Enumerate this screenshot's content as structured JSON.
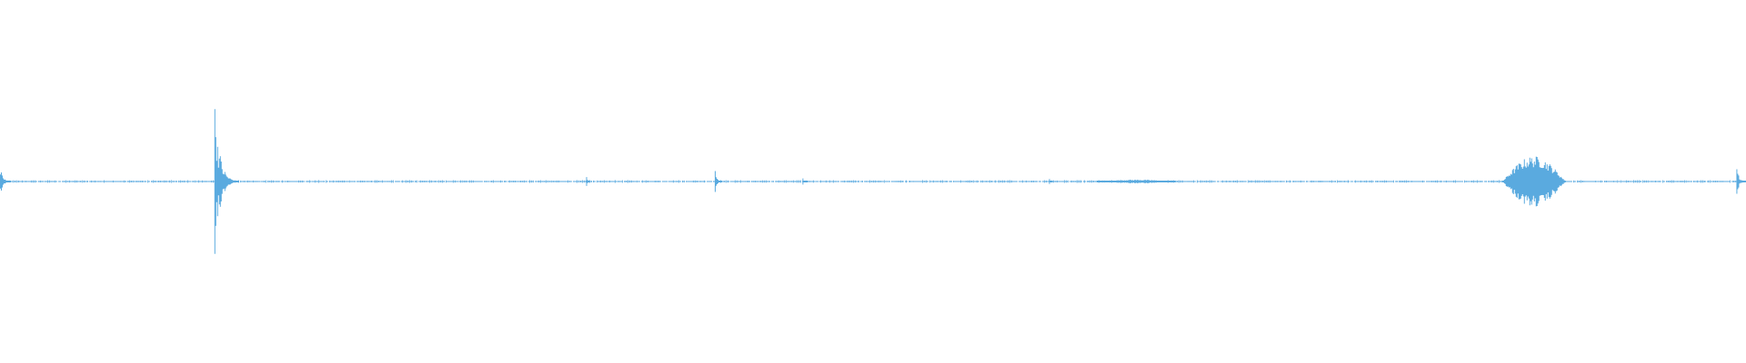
{
  "waveform": {
    "color": "#5aaadf",
    "bursts": [
      {
        "position": 0.0,
        "duration": 0.006,
        "level": 0.1
      },
      {
        "position": 0.1228,
        "duration": 0.014,
        "level": 0.45
      },
      {
        "position": 0.3357,
        "duration": 0.002,
        "level": 0.05
      },
      {
        "position": 0.4094,
        "duration": 0.004,
        "level": 0.08
      },
      {
        "position": 0.4596,
        "duration": 0.003,
        "level": 0.02
      },
      {
        "position": 0.6008,
        "duration": 0.002,
        "level": 0.02
      },
      {
        "position": 0.6281,
        "duration": 0.045,
        "level": 0.01
      },
      {
        "position": 0.8603,
        "duration": 0.036,
        "level": 0.14
      },
      {
        "position": 0.9945,
        "duration": 0.006,
        "level": 0.1
      }
    ]
  }
}
